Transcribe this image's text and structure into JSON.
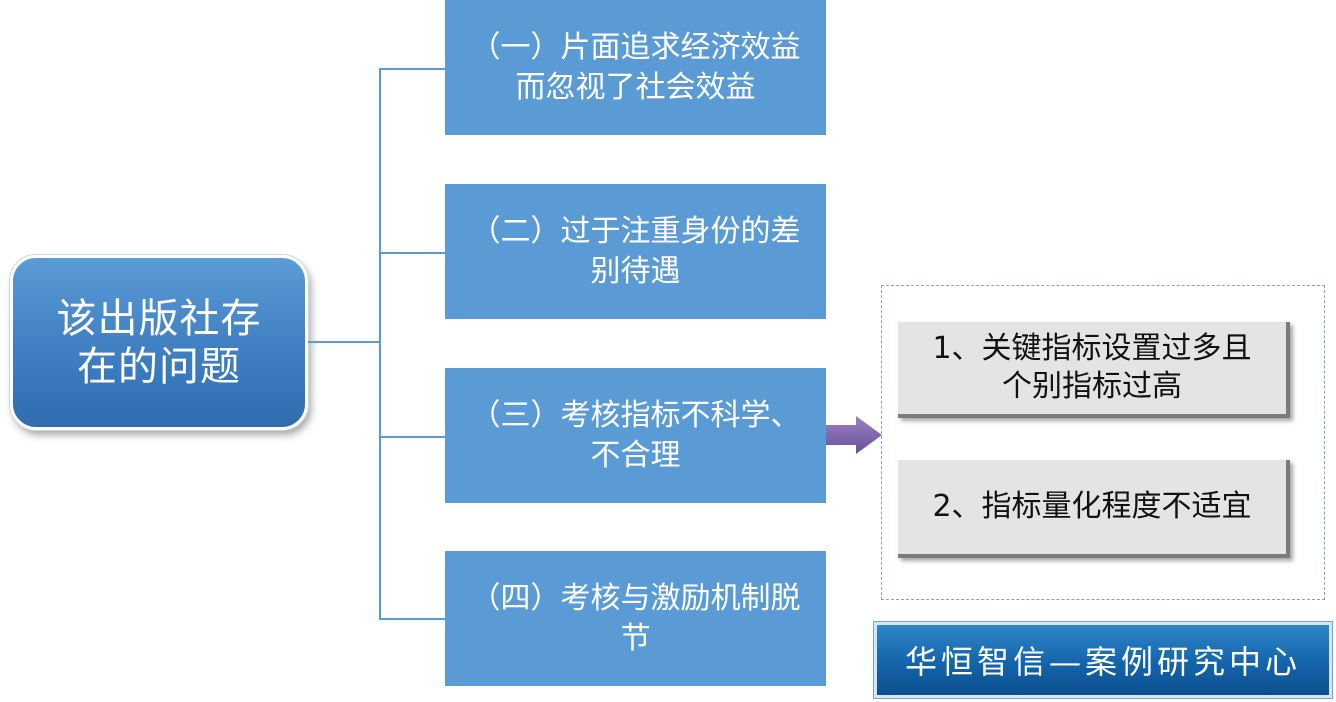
{
  "root": {
    "label": "该出版社存在的问题"
  },
  "branches": [
    {
      "label": "（一）片面追求经济效益而忽视了社会效益"
    },
    {
      "label": "（二）过于注重身份的差别待遇"
    },
    {
      "label": "（三）考核指标不科学、不合理"
    },
    {
      "label": "（四）考核与激励机制脱节"
    }
  ],
  "details": [
    {
      "label": "1、关键指标设置过多且个别指标过高"
    },
    {
      "label": "2、指标量化程度不适宜"
    }
  ],
  "brand": {
    "label": "华恒智信—案例研究中心"
  },
  "colors": {
    "branch_fill": "#5b9bd5",
    "root_fill": "#3f7fc2",
    "arrow_fill": "#7b5ea7",
    "detail_fill": "#e4e4e4",
    "brand_fill": "#1464aa"
  }
}
